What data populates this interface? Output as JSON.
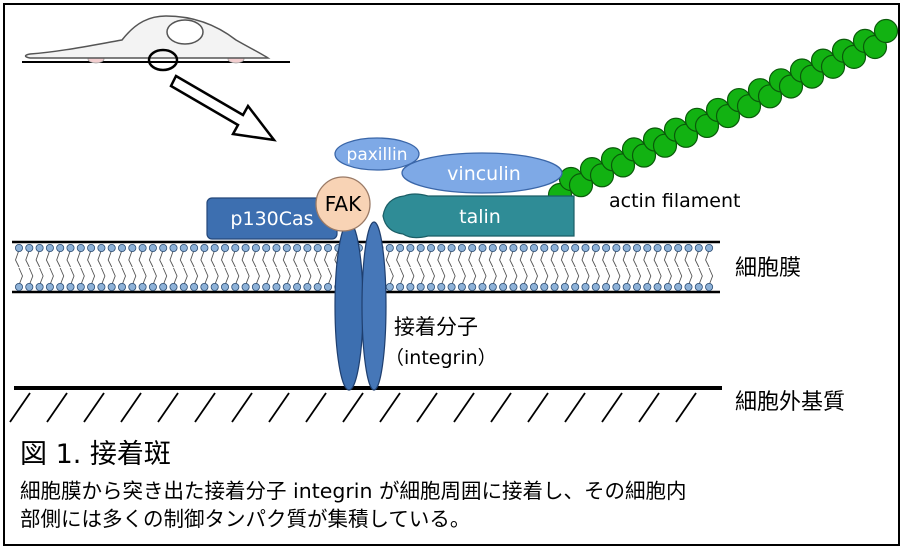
{
  "labels": {
    "paxillin": "paxillin",
    "vinculin": "vinculin",
    "talin": "talin",
    "fak": "FAK",
    "p130cas": "p130Cas",
    "actin": "actin filament",
    "membrane": "細胞膜",
    "adhesion_molecule": "接着分子",
    "integrin": "（integrin）",
    "ecm": "細胞外基質"
  },
  "caption": {
    "title": "図 1. 接着斑",
    "line1": "細胞膜から突き出た接着分子 integrin が細胞周囲に接着し、その細胞内",
    "line2": "部側には多くの制御タンパク質が集積している。"
  },
  "colors": {
    "protein_blue": "#3d6fb0",
    "light_blue": "#7ea9e6",
    "talin_teal": "#2f8c96",
    "fak_peach": "#f8d3b5",
    "actin_green": "#12b212",
    "membrane_head": "#8eb2d8"
  }
}
